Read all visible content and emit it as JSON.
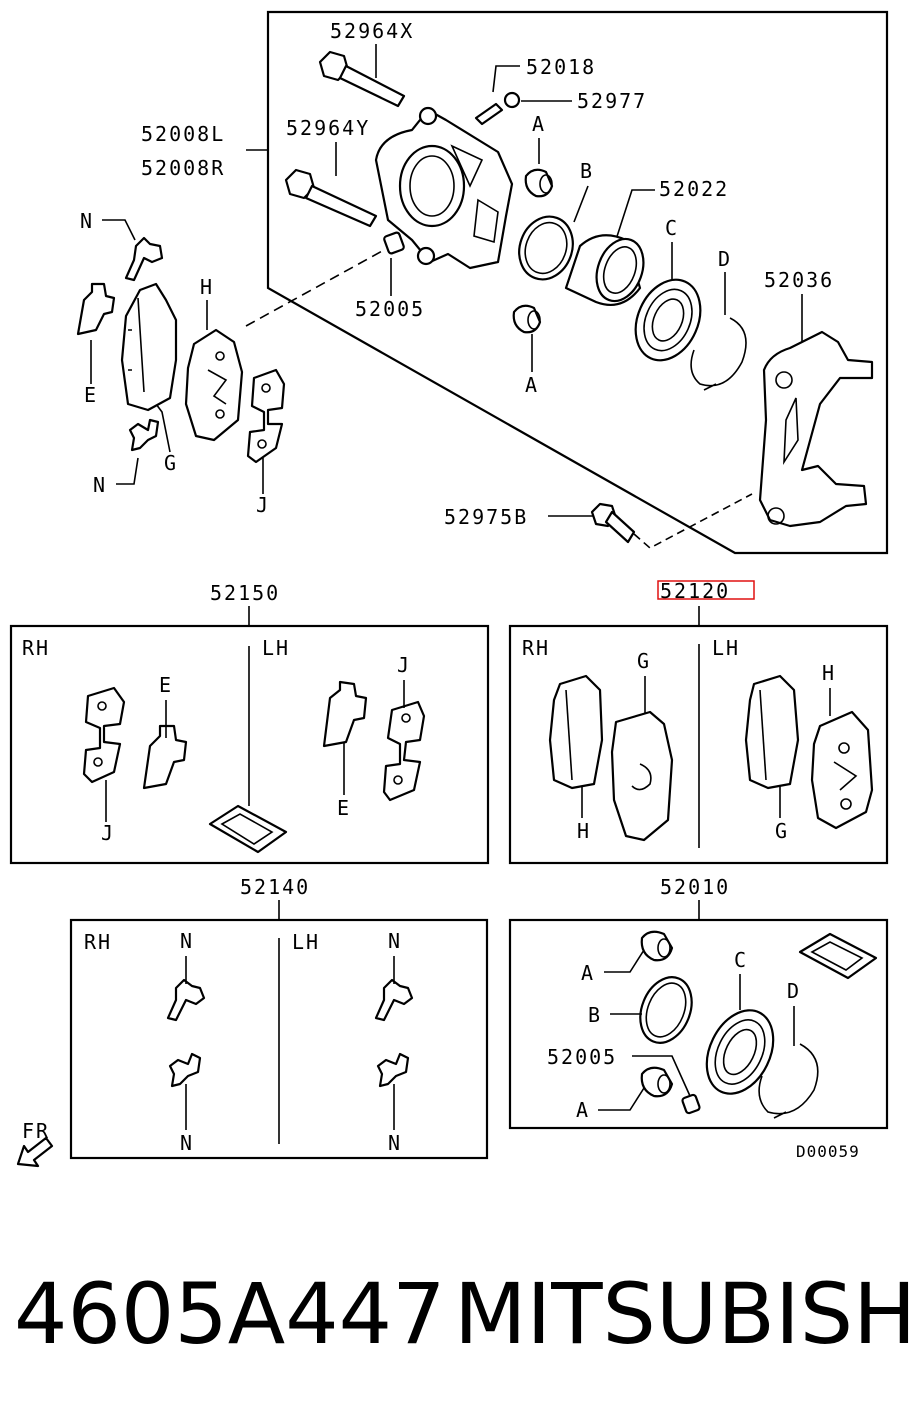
{
  "labels": {
    "p52964x": "52964X",
    "p52018": "52018",
    "p52977": "52977",
    "p52008l": "52008L",
    "p52008r": "52008R",
    "p52964y": "52964Y",
    "pA1": "A",
    "pB1": "B",
    "p52022": "52022",
    "pC1": "C",
    "pD1": "D",
    "p52036": "52036",
    "pN1": "N",
    "pH1": "H",
    "p52005a": "52005",
    "pE1": "E",
    "pA2": "A",
    "pG1": "G",
    "pN2": "N",
    "pJ1": "J",
    "p52975b": "52975B",
    "p52150": "52150",
    "p52120": "52120",
    "p52140": "52140",
    "p52010": "52010",
    "rh": "RH",
    "lh": "LH",
    "kit52150": {
      "E": "E",
      "J": "J"
    },
    "kit52120": {
      "G": "G",
      "H": "H"
    },
    "kit52140": {
      "N": "N"
    },
    "kit52010": {
      "A": "A",
      "B": "B",
      "C": "C",
      "D": "D",
      "p52005": "52005"
    },
    "fr": "FR",
    "code": "D00059"
  },
  "highlight_part": "52120",
  "colors": {
    "highlight": "#e01010",
    "ink": "#000000",
    "background": "#ffffff"
  },
  "footer": {
    "part_number": "4605A447",
    "brand": "MITSUBISHI"
  }
}
